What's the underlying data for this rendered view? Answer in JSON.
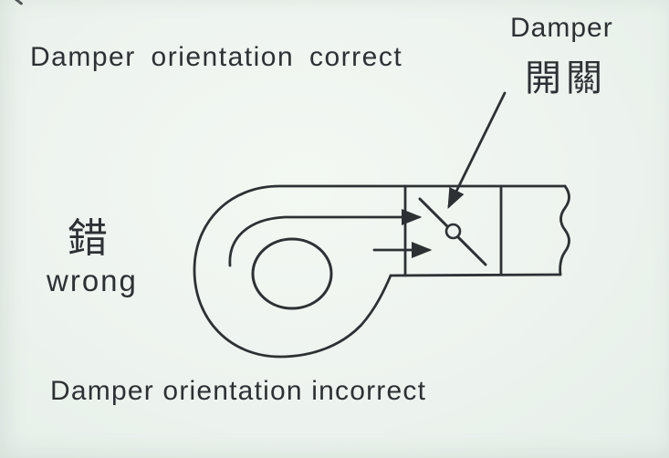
{
  "figure": {
    "heading_correct": "Damper orientation correct",
    "caption_incorrect": "Damper orientation incorrect",
    "damper_callout": {
      "en": "Damper",
      "zh": "開關"
    },
    "wrong_label": {
      "zh": "錯",
      "en": "wrong"
    }
  },
  "colors": {
    "background": "#edf3ee",
    "ink": "#2d3134"
  }
}
